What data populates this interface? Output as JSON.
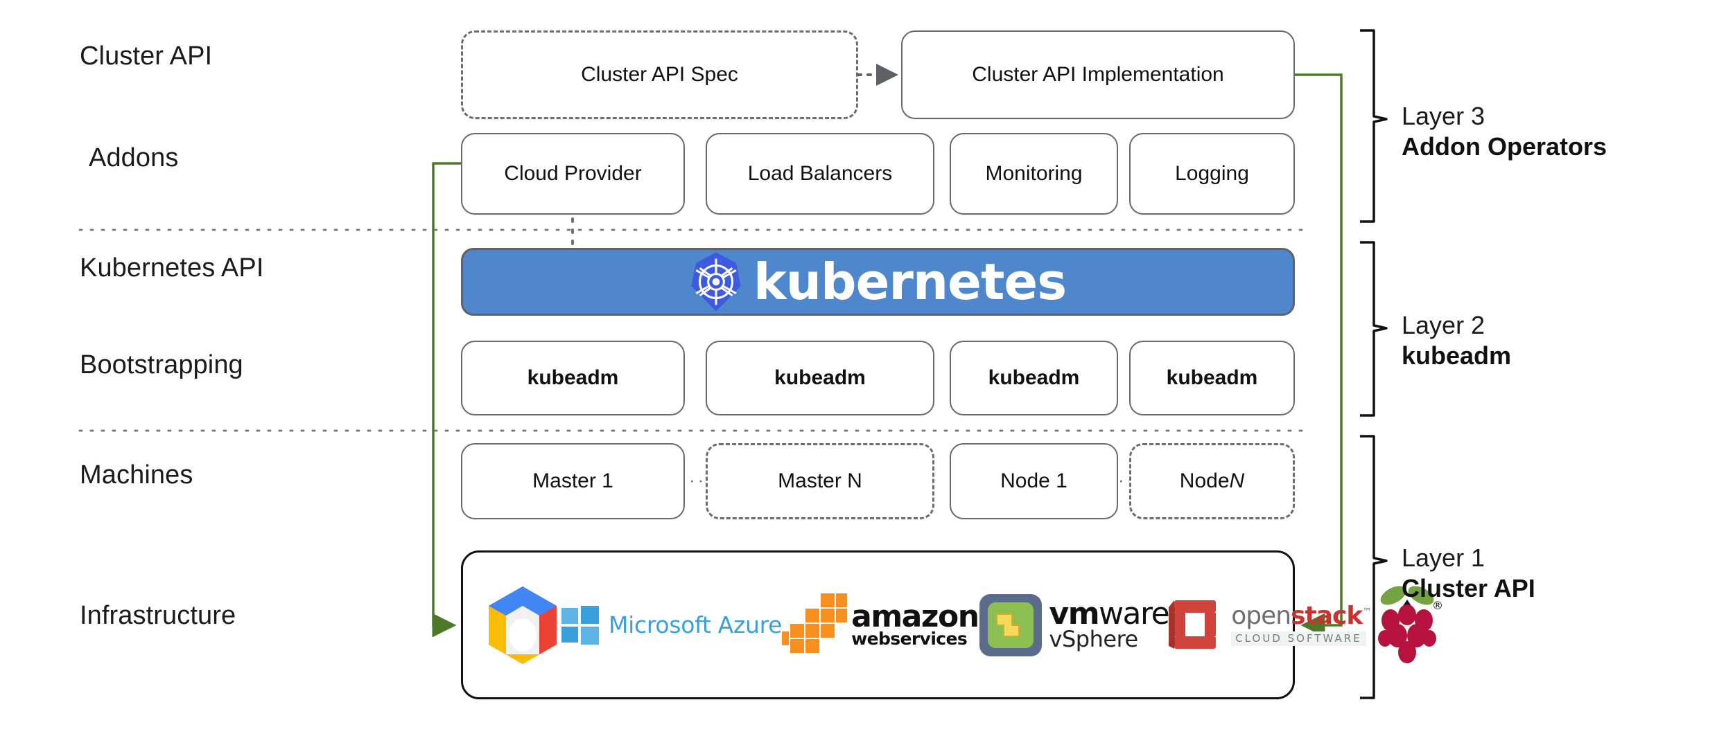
{
  "diagram": {
    "title": "Kubernetes Cluster API layering diagram",
    "accent_green": "#4c7a28",
    "banner_blue": "#4e87cc",
    "logo_blue": "#3d5ae0",
    "box_border": "#666a6e"
  },
  "row_labels": [
    {
      "id": "cluster-api",
      "text": "Cluster API"
    },
    {
      "id": "addons",
      "text": "Addons"
    },
    {
      "id": "kubernetes-api",
      "text": "Kubernetes API"
    },
    {
      "id": "bootstrapping",
      "text": "Bootstrapping"
    },
    {
      "id": "machines",
      "text": "Machines"
    },
    {
      "id": "infrastructure",
      "text": "Infrastructure"
    }
  ],
  "cluster_api_row": {
    "spec_box": {
      "label": "Cluster API Spec",
      "style": "dashed"
    },
    "impl_box": {
      "label": "Cluster API Implementation",
      "style": "solid"
    },
    "connector": "dotted-arrow-right"
  },
  "addons_row": {
    "boxes": [
      {
        "label": "Cloud Provider"
      },
      {
        "label": "Load Balancers"
      },
      {
        "label": "Monitoring"
      },
      {
        "label": "Logging"
      }
    ]
  },
  "kubernetes_banner": {
    "wordmark": "kubernetes",
    "logo_name": "kubernetes-helm-wheel-icon"
  },
  "bootstrapping_row": {
    "boxes": [
      {
        "label": "kubeadm"
      },
      {
        "label": "kubeadm"
      },
      {
        "label": "kubeadm"
      },
      {
        "label": "kubeadm"
      }
    ]
  },
  "machines_row": {
    "boxes": [
      {
        "label": "Master 1",
        "style": "solid",
        "italic_suffix": ""
      },
      {
        "label": "Master N",
        "style": "dashed",
        "italic_suffix": ""
      },
      {
        "label": "Node 1",
        "style": "solid",
        "italic_suffix": ""
      },
      {
        "label": "Node ",
        "style": "dashed",
        "italic_suffix": "N"
      }
    ],
    "ellipses": [
      "···",
      "···"
    ]
  },
  "infrastructure_row": {
    "logos": [
      {
        "name": "google-cloud-platform-icon",
        "text": ""
      },
      {
        "name": "microsoft-azure-icon",
        "text": "Microsoft Azure"
      },
      {
        "name": "amazon-web-services-icon",
        "text_top": "amazon",
        "text_bottom": "webservices"
      },
      {
        "name": "vmware-vsphere-icon",
        "text_top_bold": "vm",
        "text_top_light": "ware",
        "text_bottom": "vSphere"
      },
      {
        "name": "openstack-icon",
        "text_top_a": "open",
        "text_top_b": "stack",
        "text_bottom": "CLOUD SOFTWARE"
      },
      {
        "name": "raspberry-pi-icon",
        "text": ""
      }
    ]
  },
  "layers": [
    {
      "id": "layer-3",
      "line1": "Layer 3",
      "line2": "Addon Operators"
    },
    {
      "id": "layer-2",
      "line1": "Layer 2",
      "line2": "kubeadm"
    },
    {
      "id": "layer-1",
      "line1": "Layer 1",
      "line2": "Cluster API"
    }
  ]
}
